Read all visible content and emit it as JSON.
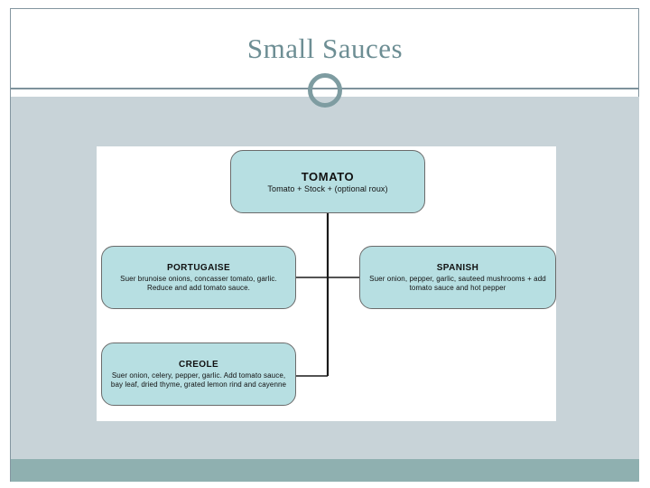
{
  "slide": {
    "title": "Small Sauces",
    "colors": {
      "title_text": "#6d8e94",
      "header_rule": "#7e929c",
      "body_background": "#c8d3d8",
      "footer_band": "#8fb0b0",
      "canvas_background": "#ffffff",
      "box_fill": "#b7dfe2",
      "box_border": "#6b6b6b",
      "connector": "#1a1a1a"
    }
  },
  "diagram": {
    "type": "flowchart",
    "root": {
      "id": "tomato",
      "title": "TOMATO",
      "description": "Tomato + Stock + (optional roux)"
    },
    "children": [
      {
        "id": "portugaise",
        "title": "PORTUGAISE",
        "description": "Suer brunoise onions, concasser tomato, garlic. Reduce and add tomato sauce."
      },
      {
        "id": "spanish",
        "title": "SPANISH",
        "description": "Suer onion, pepper, garlic, sauteed mushrooms + add tomato sauce and hot pepper"
      },
      {
        "id": "creole",
        "title": "CREOLE",
        "description": "Suer onion, celery, pepper, garlic. Add tomato sauce, bay leaf, dried thyme, grated lemon rind and cayenne"
      }
    ]
  }
}
